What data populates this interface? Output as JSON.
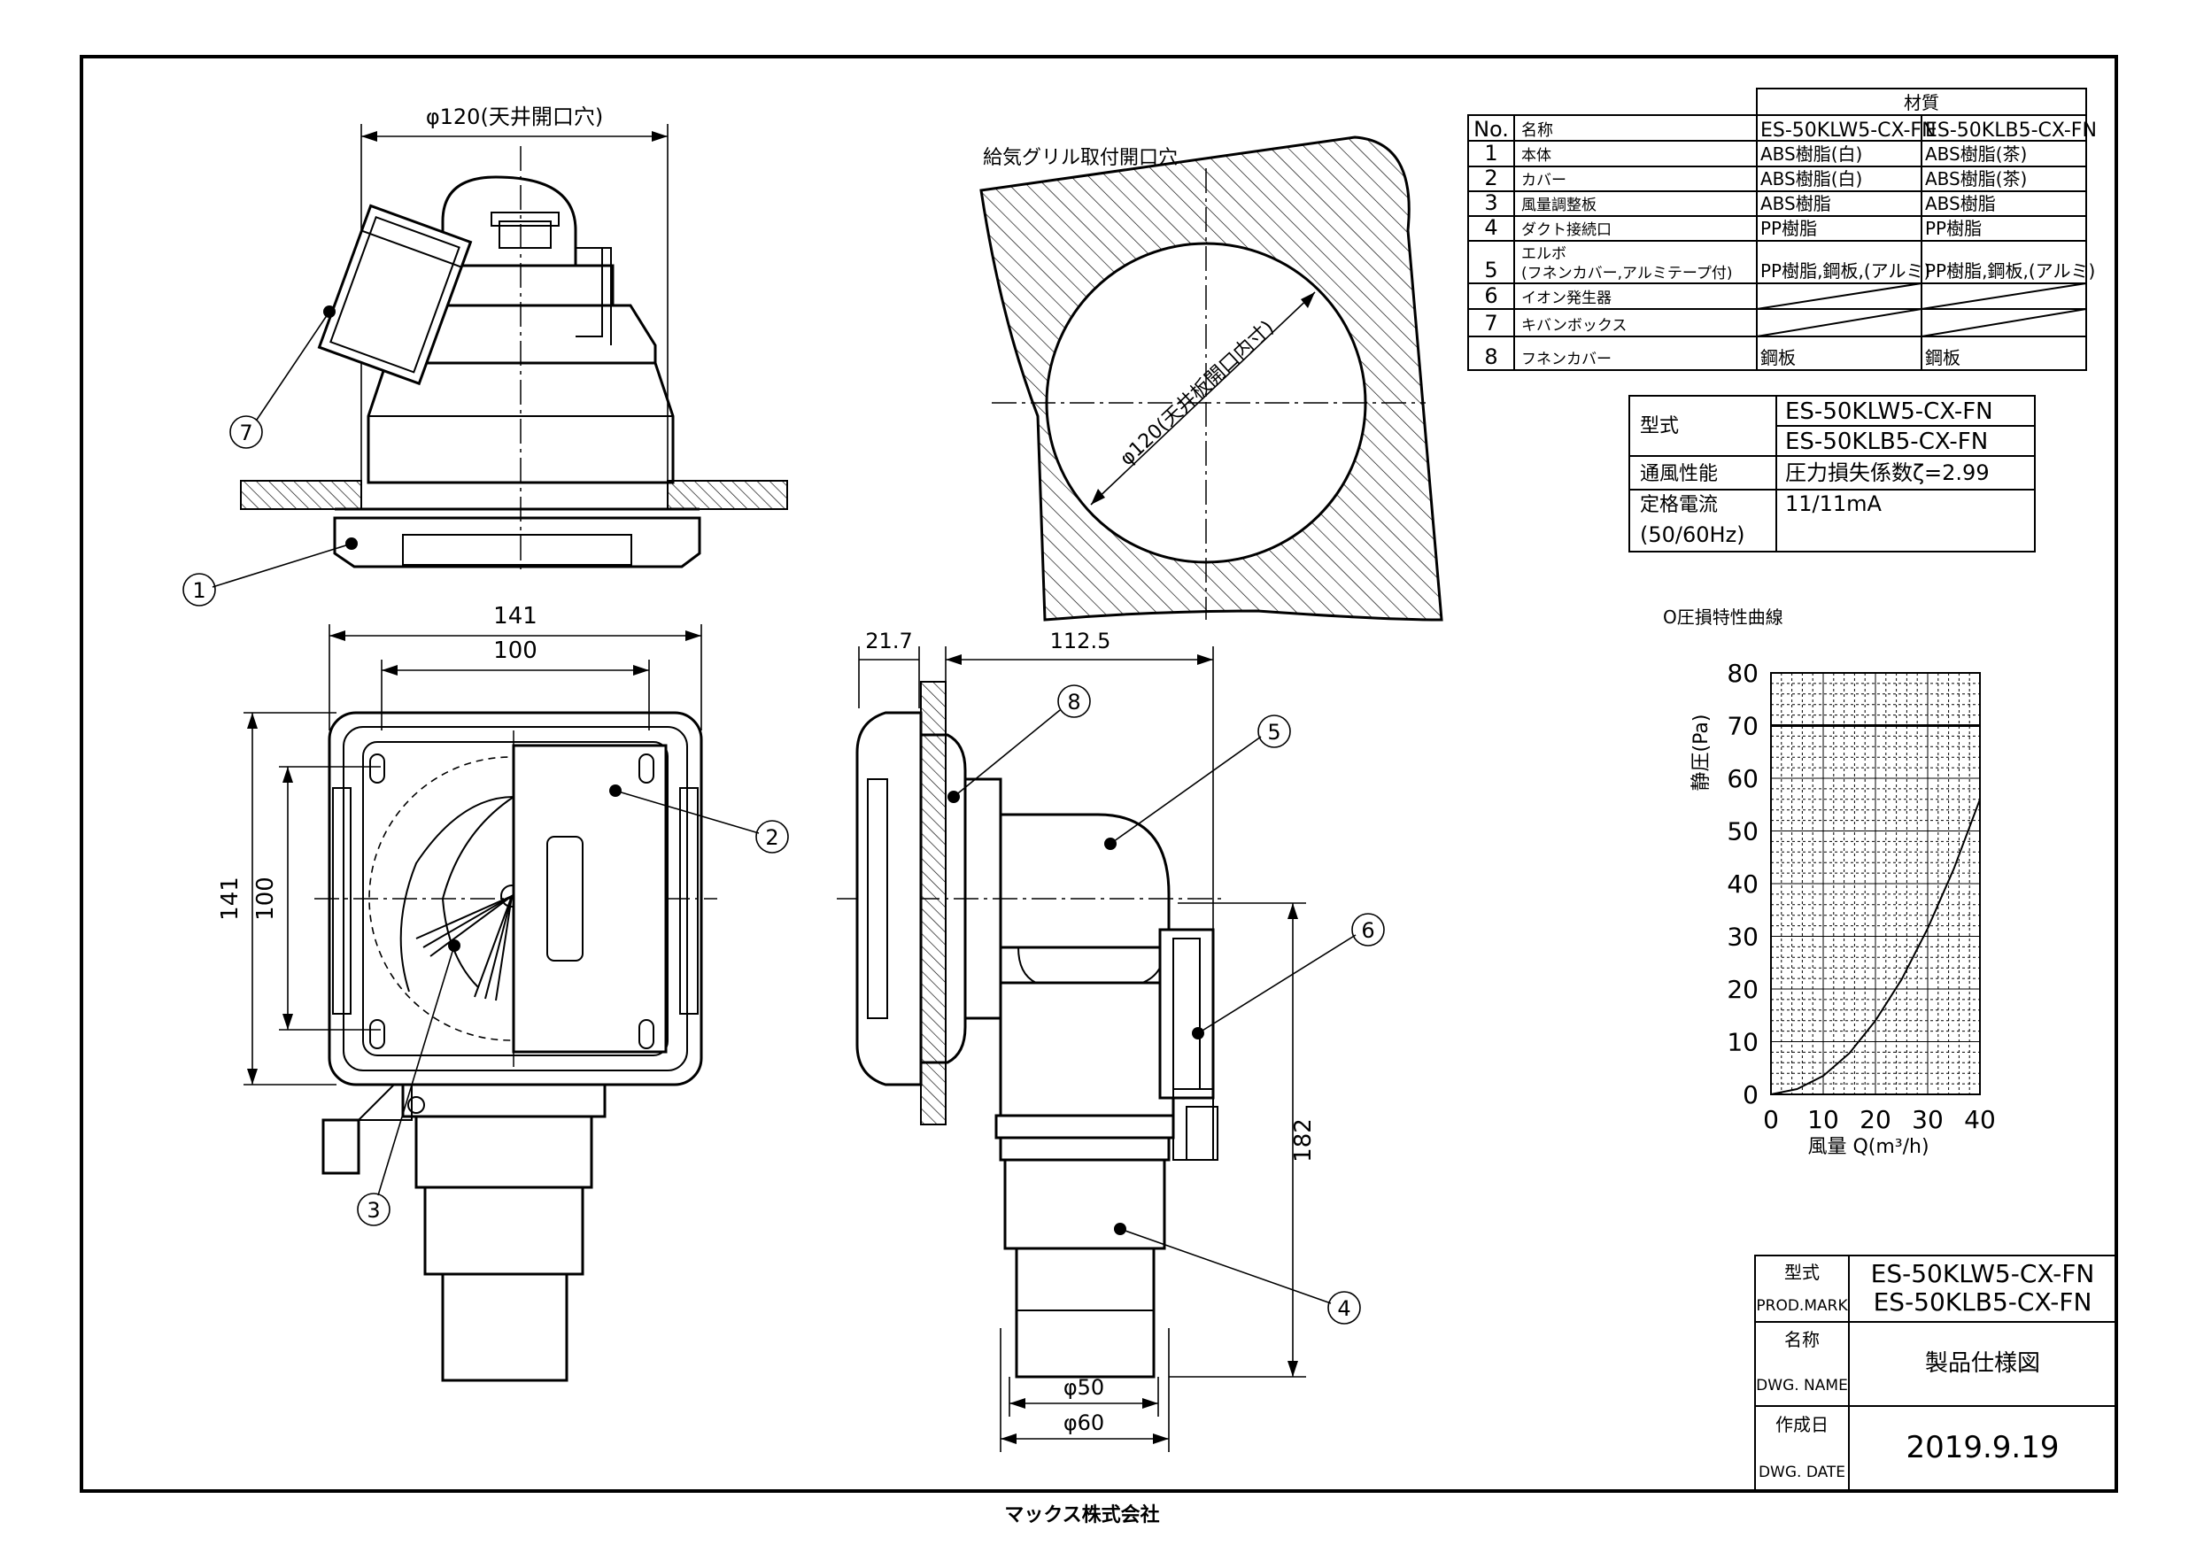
{
  "drawing": {
    "top_view": {
      "dim_opening": "φ120(天井開口穴)",
      "callouts": [
        "7",
        "1"
      ]
    },
    "ceiling_opening": {
      "title": "給気グリル取付開口穴",
      "diameter_label": "φ120(天井板開口内寸)"
    },
    "front_view": {
      "dim_outer_w": "141",
      "dim_inner_w": "100",
      "dim_outer_h": "141",
      "dim_inner_h": "100",
      "callouts": [
        "2",
        "3"
      ]
    },
    "side_view": {
      "dim_flange": "21.7",
      "dim_depth": "112.5",
      "dim_height": "182",
      "dim_d50": "φ50",
      "dim_d60": "φ60",
      "callouts": [
        "8",
        "5",
        "6",
        "4"
      ]
    }
  },
  "materials": {
    "group_header": "材質",
    "col_no": "No.",
    "col_name": "名称",
    "model_a": "ES-50KLW5-CX-FN",
    "model_b": "ES-50KLB5-CX-FN",
    "rows": [
      {
        "no": "1",
        "name": "本体",
        "name2": "",
        "a": "ABS樹脂(白)",
        "b": "ABS樹脂(茶)"
      },
      {
        "no": "2",
        "name": "カバー",
        "name2": "",
        "a": "ABS樹脂(白)",
        "b": "ABS樹脂(茶)"
      },
      {
        "no": "3",
        "name": "風量調整板",
        "name2": "",
        "a": "ABS樹脂",
        "b": "ABS樹脂"
      },
      {
        "no": "4",
        "name": "ダクト接続口",
        "name2": "",
        "a": "PP樹脂",
        "b": "PP樹脂"
      },
      {
        "no": "5",
        "name": "エルボ",
        "name2": "(フネンカバー,アルミテープ付)",
        "a": "PP樹脂,鋼板,(アルミ)",
        "b": "PP樹脂,鋼板,(アルミ)"
      },
      {
        "no": "6",
        "name": "イオン発生器",
        "name2": "",
        "a": "",
        "b": ""
      },
      {
        "no": "7",
        "name": "キバンボックス",
        "name2": "",
        "a": "",
        "b": ""
      },
      {
        "no": "8",
        "name": "フネンカバー",
        "name2": "",
        "a": "鋼板",
        "b": "鋼板"
      }
    ]
  },
  "specs": {
    "model_label": "型式",
    "model_a": "ES-50KLW5-CX-FN",
    "model_b": "ES-50KLB5-CX-FN",
    "airflow_label": "通風性能",
    "airflow_value": "圧力損失係数ζ=2.99",
    "current_label": "定格電流",
    "current_sub": "(50/60Hz)",
    "current_value": "11/11mA"
  },
  "chart_data": {
    "type": "line",
    "title": "O圧損特性曲線",
    "xlabel": "風量 Q(m³/h)",
    "ylabel": "静圧(Pa)",
    "xlim": [
      0,
      40
    ],
    "ylim": [
      0,
      80
    ],
    "xticks": [
      "0",
      "10",
      "20",
      "30",
      "40"
    ],
    "yticks": [
      "0",
      "10",
      "20",
      "30",
      "40",
      "50",
      "60",
      "70",
      "80"
    ],
    "reference_line_y": 70,
    "series": [
      {
        "x": [
          0,
          5,
          10,
          15,
          20,
          25,
          30,
          35,
          40
        ],
        "y": [
          0,
          1.0,
          3.5,
          7.8,
          14.0,
          21.8,
          31.5,
          42.8,
          56.0
        ]
      }
    ]
  },
  "title_block": {
    "model_jp": "型式",
    "model_en": "PROD.MARK",
    "model_a": "ES-50KLW5-CX-FN",
    "model_b": "ES-50KLB5-CX-FN",
    "name_jp": "名称",
    "name_en": "DWG. NAME",
    "name_value": "製品仕様図",
    "date_jp": "作成日",
    "date_en": "DWG. DATE",
    "date_value": "2019.9.19"
  },
  "footer": {
    "company": "マックス株式会社"
  }
}
